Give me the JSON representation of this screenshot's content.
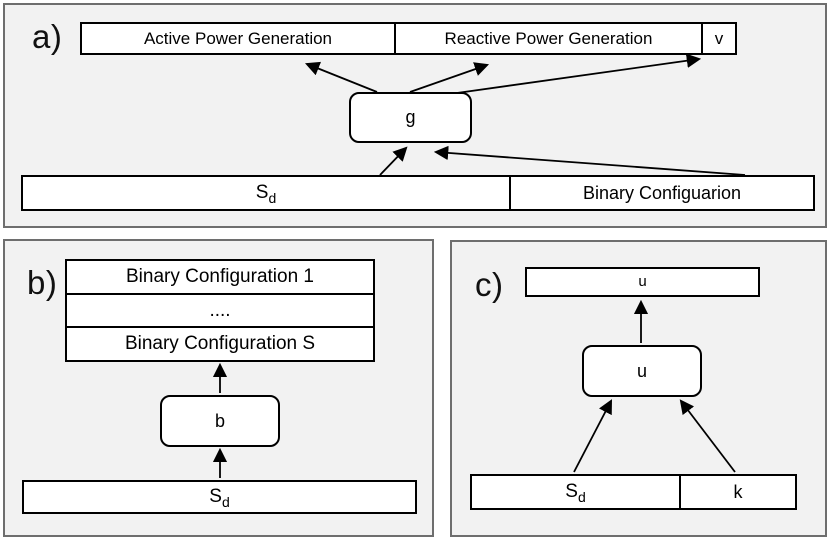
{
  "colors": {
    "panel_background": "#f2f2f2",
    "panel_border": "#6e6e6e",
    "box_background": "#ffffff",
    "line": "#000000"
  },
  "panels": {
    "a": {
      "label": "a)",
      "outputs": {
        "active": "Active Power Generation",
        "reactive": "Reactive Power Generation",
        "v": "v"
      },
      "node": "g",
      "inputs": {
        "sd_base": "S",
        "sd_sub": "d",
        "binary": "Binary Configuarion"
      }
    },
    "b": {
      "label": "b)",
      "stack": [
        "Binary Configuration 1",
        "....",
        "Binary Configuration S"
      ],
      "node": "b",
      "input": {
        "sd_base": "S",
        "sd_sub": "d"
      }
    },
    "c": {
      "label": "c)",
      "output": "u",
      "node": "u",
      "inputs": {
        "sd_base": "S",
        "sd_sub": "d",
        "k": "k"
      }
    }
  }
}
